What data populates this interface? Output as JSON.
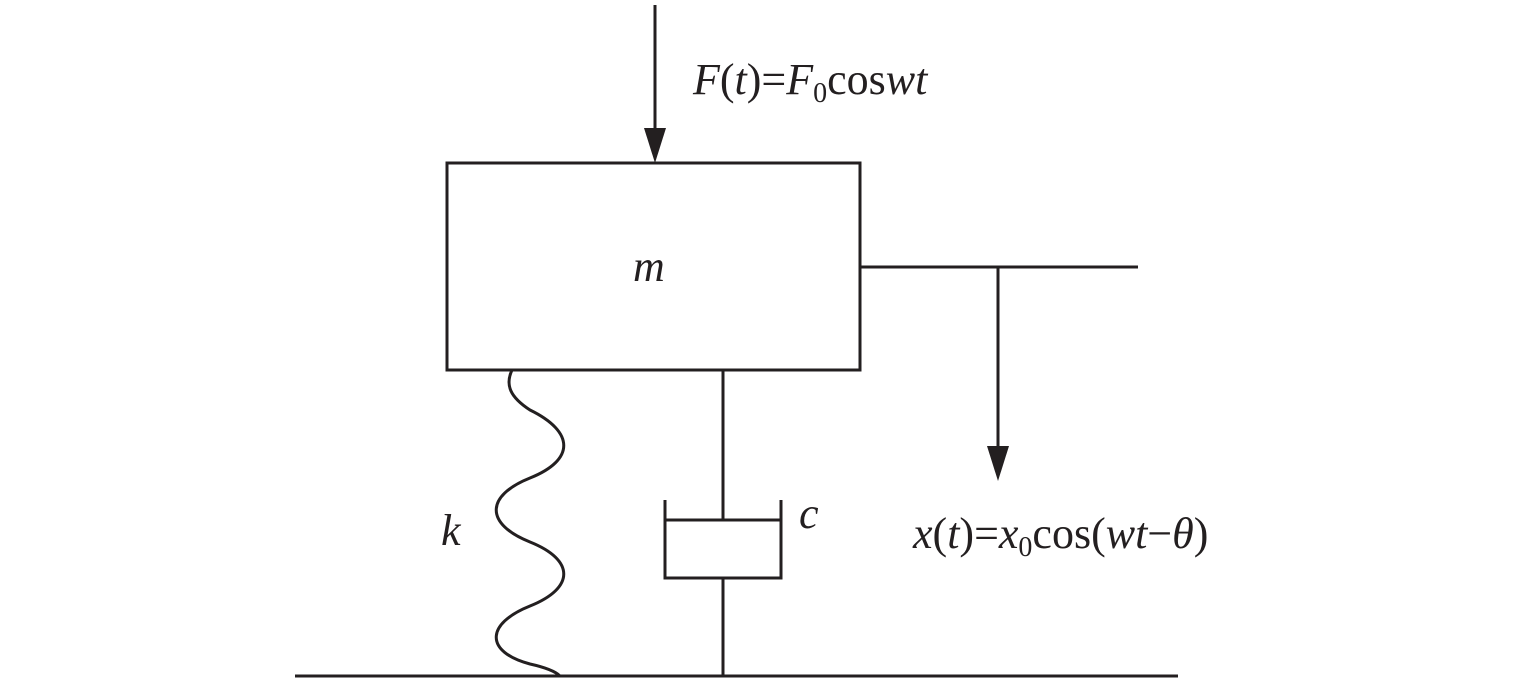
{
  "diagram": {
    "force": {
      "F": "F",
      "open1": "(",
      "t": "t",
      "close1": ")=",
      "F0_base": "F",
      "F0_sub": "0",
      "cos": "cos",
      "wt": "wt"
    },
    "mass_label": "m",
    "spring_label": "k",
    "damper_label": "c",
    "displacement": {
      "x": "x",
      "open1": "(",
      "t": "t",
      "close1": ")=",
      "x0_base": "x",
      "x0_sub": "0",
      "cos_open": "cos(",
      "wt": "wt",
      "minus": "−",
      "theta": "θ",
      "close2": ")"
    }
  },
  "colors": {
    "stroke": "#231f20",
    "background": "#ffffff"
  }
}
